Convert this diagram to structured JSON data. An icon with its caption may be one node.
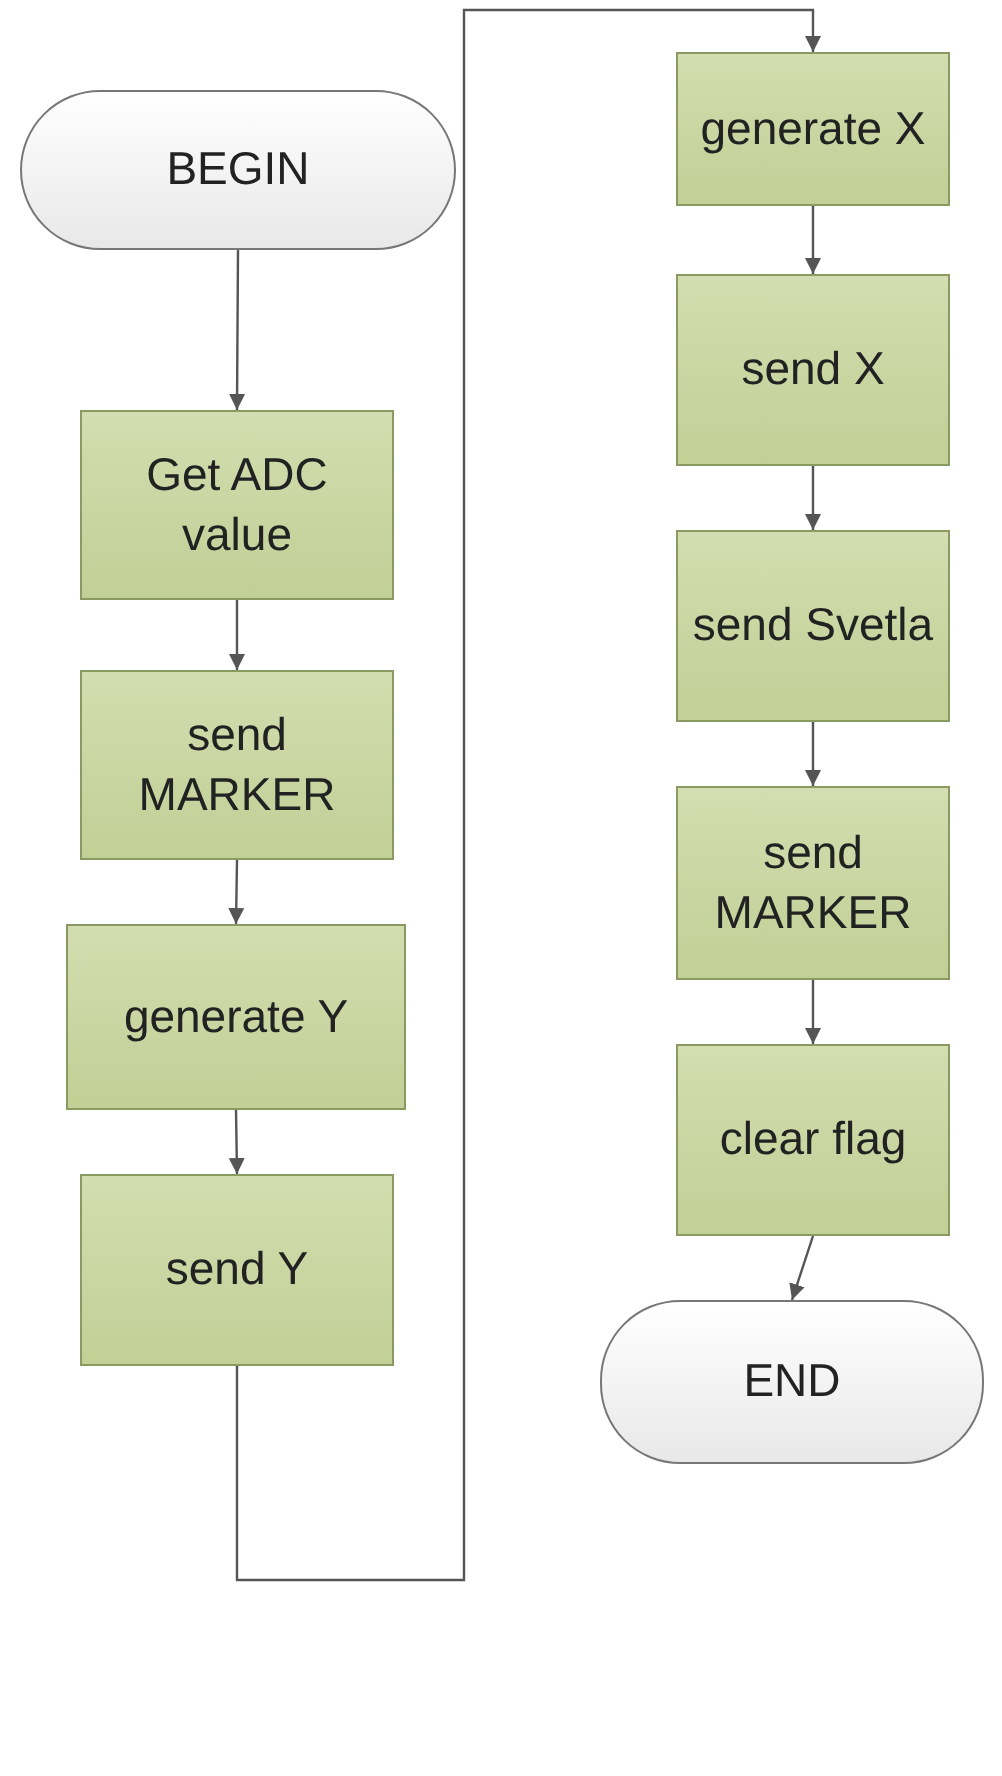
{
  "diagram": {
    "nodes": [
      {
        "text": [
          "BEGIN"
        ]
      },
      {
        "text": [
          "Get ADC value"
        ]
      },
      {
        "text": [
          "send MARKER"
        ]
      },
      {
        "text": [
          "generate Y"
        ]
      },
      {
        "text": [
          "send Y"
        ]
      },
      {
        "text": [
          "generate X"
        ]
      },
      {
        "text": [
          "send X"
        ]
      },
      {
        "text": [
          "send Svetla"
        ]
      },
      {
        "text": [
          "send MARKER"
        ]
      },
      {
        "text": [
          "clear flag"
        ]
      },
      {
        "text": [
          "END"
        ]
      }
    ],
    "edges": [
      {
        "from": 0,
        "to": 1,
        "arrow": "to"
      },
      {
        "from": 1,
        "to": 2,
        "arrow": "to"
      },
      {
        "from": 2,
        "to": 3,
        "arrow": "to"
      },
      {
        "from": 3,
        "to": 4,
        "arrow": "to"
      },
      {
        "from": 4,
        "to": 5,
        "arrow": "to"
      },
      {
        "from": 5,
        "to": 6,
        "arrow": "to"
      },
      {
        "from": 6,
        "to": 7,
        "arrow": "to"
      },
      {
        "from": 7,
        "to": 8,
        "arrow": "to"
      },
      {
        "from": 8,
        "to": 9,
        "arrow": "to"
      },
      {
        "from": 9,
        "to": 10,
        "arrow": "to"
      }
    ]
  }
}
